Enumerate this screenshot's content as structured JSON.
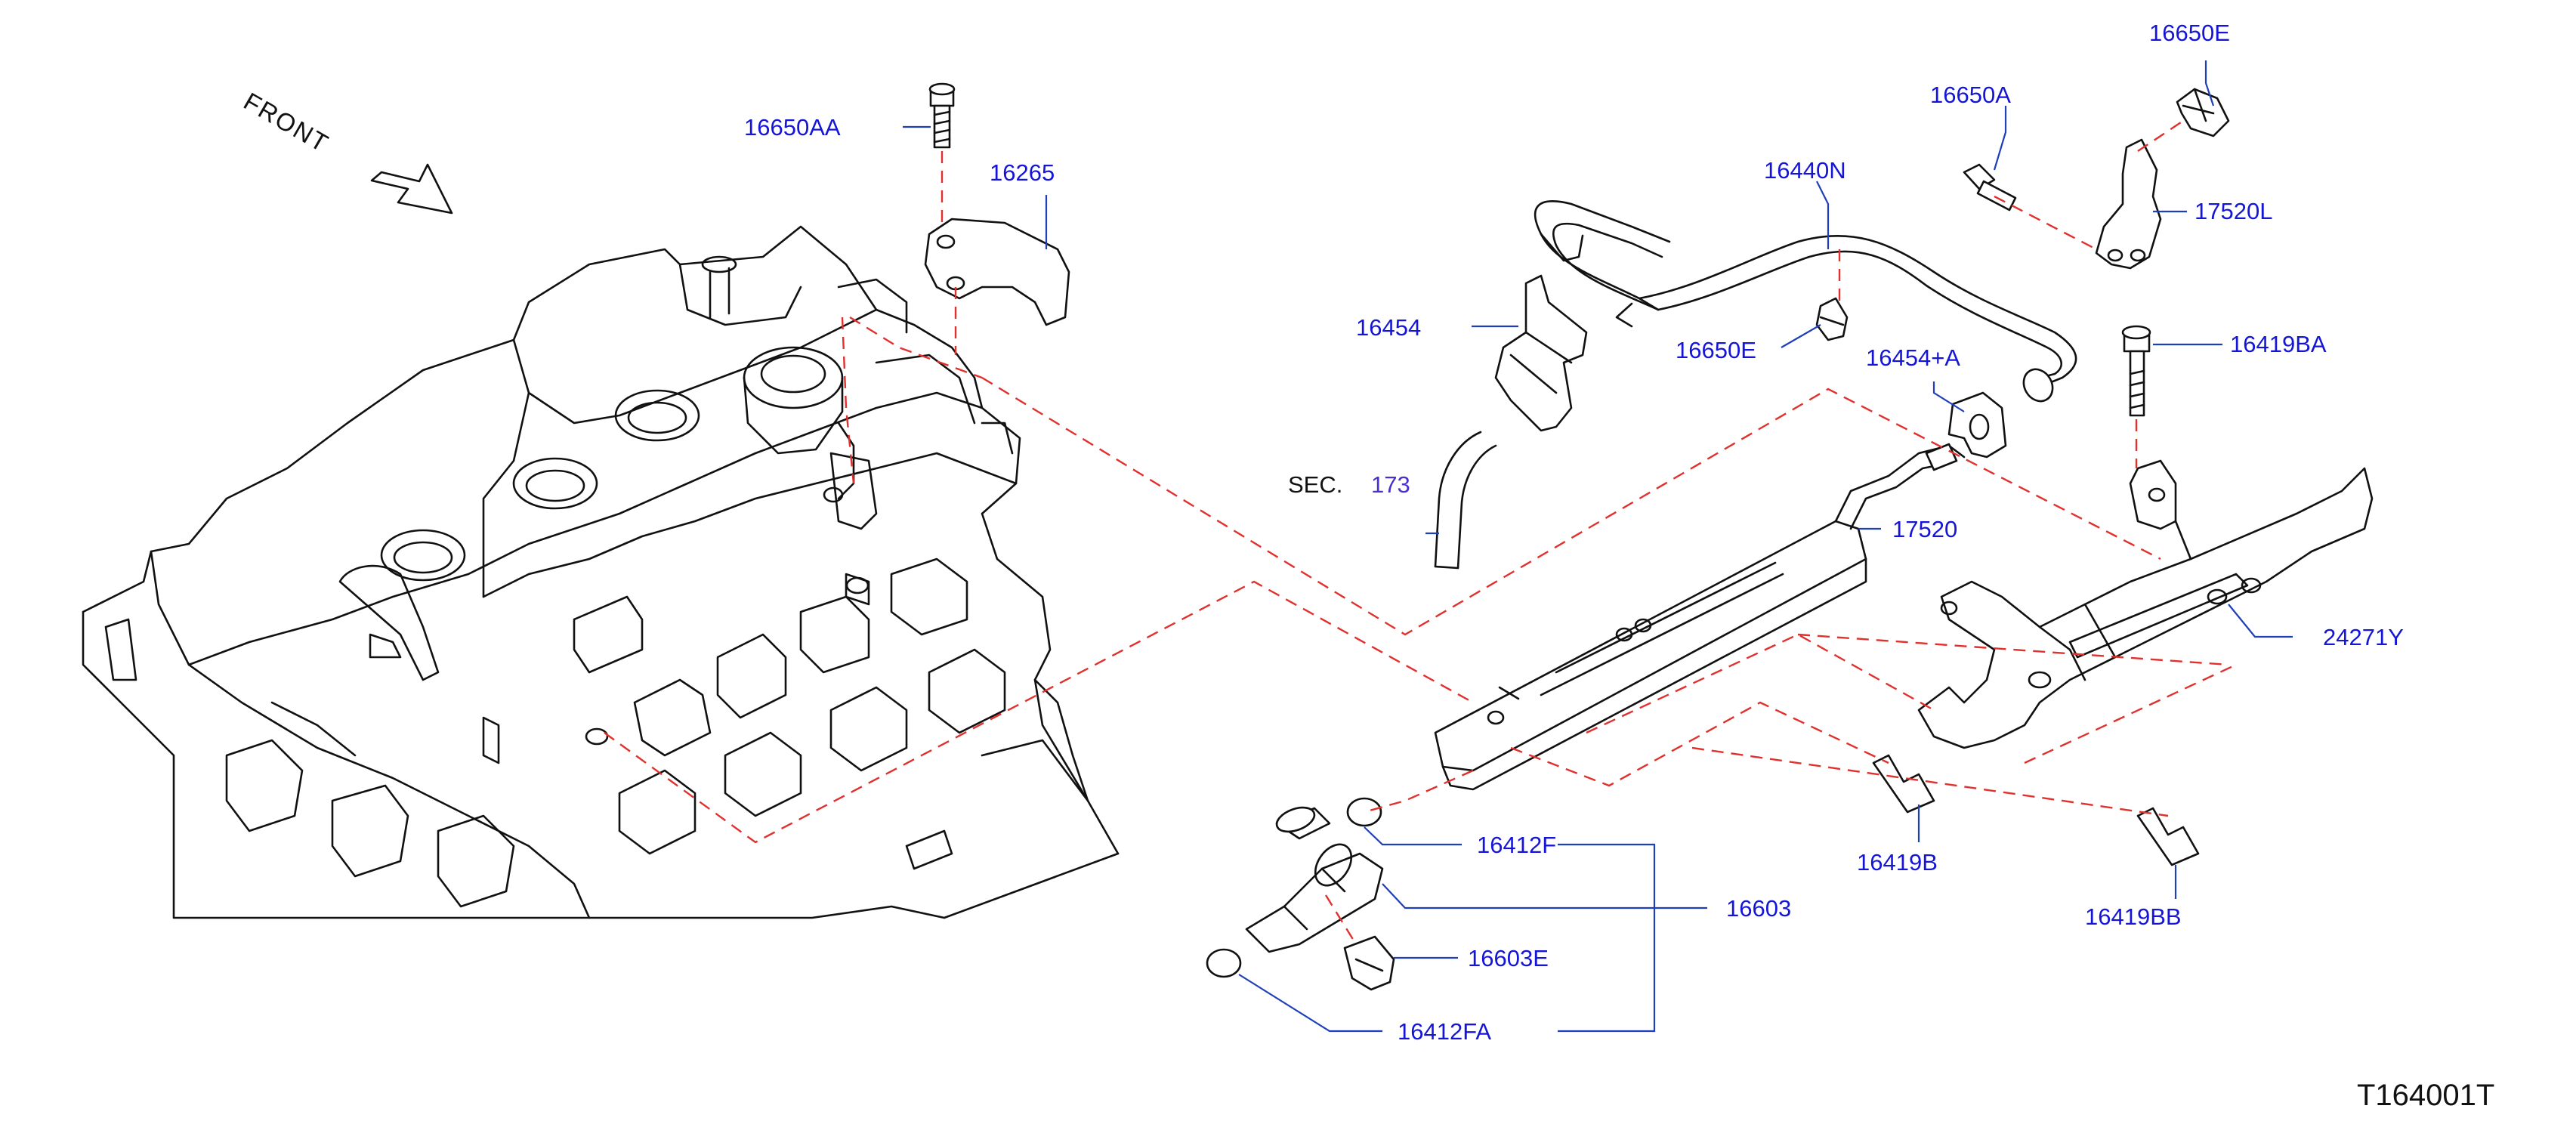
{
  "orientation_label": "FRONT",
  "section_ref": {
    "prefix": "SEC.",
    "number": "173"
  },
  "figure_id": "T164001T",
  "part_labels": {
    "p16650AA": "16650AA",
    "p16265": "16265",
    "p16650E_top": "16650E",
    "p16650A": "16650A",
    "p16440N": "16440N",
    "p17520L": "17520L",
    "p16454": "16454",
    "p16650E_mid": "16650E",
    "p16454A": "16454+A",
    "p16419BA": "16419BA",
    "p17520": "17520",
    "p24271Y": "24271Y",
    "p16412F": "16412F",
    "p16419B": "16419B",
    "p16419BB": "16419BB",
    "p16603": "16603",
    "p16603E": "16603E",
    "p16412FA": "16412FA"
  },
  "colors": {
    "label": "#1515d8",
    "leader": "#1f3fb8",
    "dashed": "#e0312e",
    "line_art": "#111111"
  },
  "icons": {
    "front_arrow": "hollow-arrow-icon"
  }
}
